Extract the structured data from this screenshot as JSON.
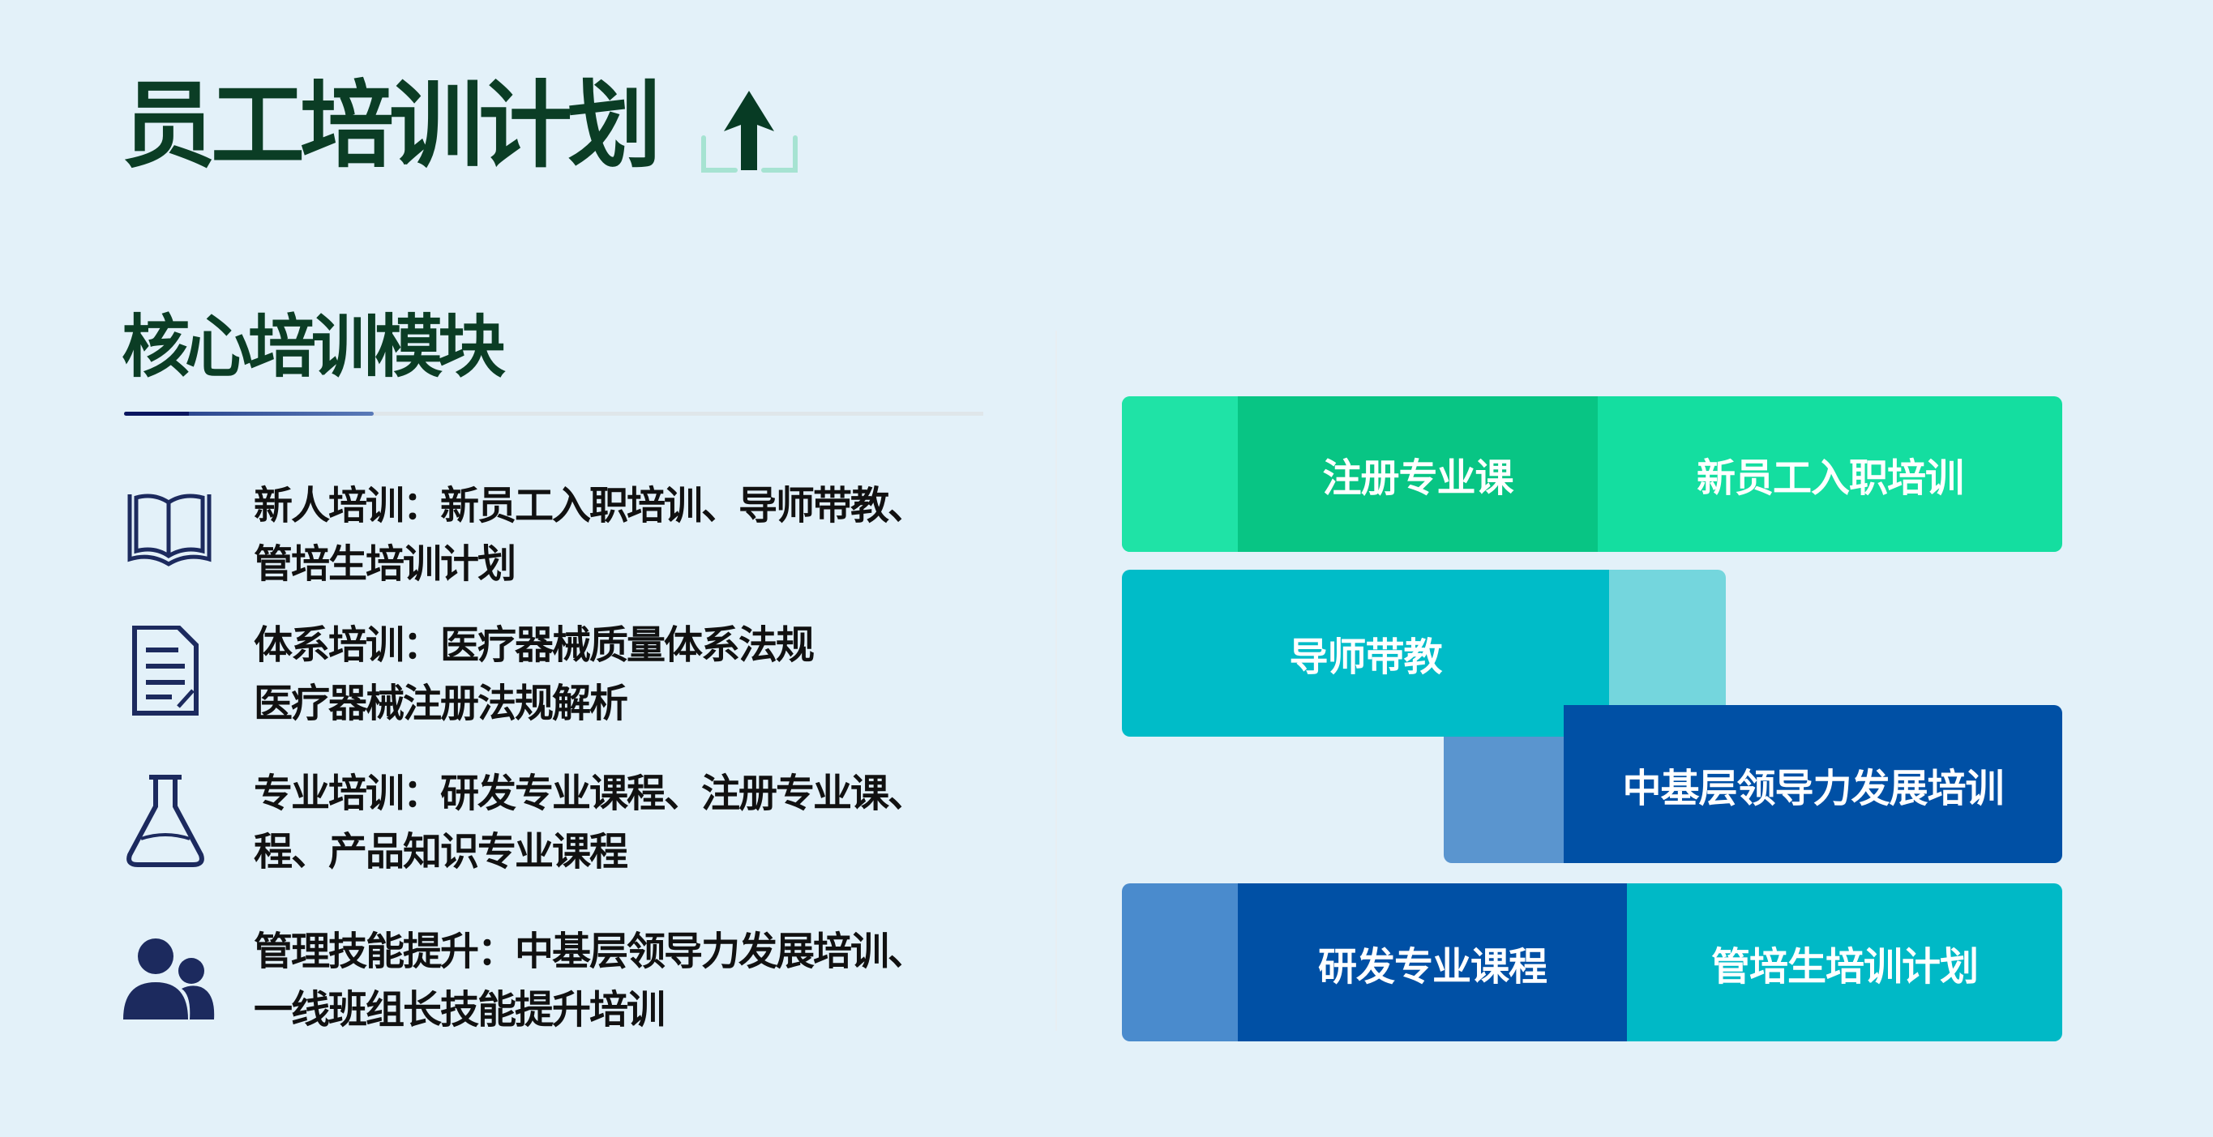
{
  "header": {
    "title": "员工培训计划",
    "icon": "upload-arrow-icon"
  },
  "section": {
    "title": "核心培训模块"
  },
  "modules": [
    {
      "icon": "open-book-icon",
      "line1": "新人培训：新员工入职培训、导师带教、",
      "line2": "管培生培训计划"
    },
    {
      "icon": "document-icon",
      "line1": "体系培训：医疗器械质量体系法规",
      "line2": "医疗器械注册法规解析"
    },
    {
      "icon": "flask-icon",
      "line1": "专业培训：研发专业课程、注册专业课、",
      "line2": "程、产品知识专业课程"
    },
    {
      "icon": "users-icon",
      "line1": "管理技能提升：中基层领导力发展培训、",
      "line2": "一线班组长技能提升培训"
    }
  ],
  "blocks": {
    "registration_course": "注册专业课",
    "new_employee_onboarding": "新员工入职培训",
    "mentorship": "导师带教",
    "leadership_development": "中基层领导力发展培训",
    "rd_course": "研发专业课程",
    "management_trainee": "管培生培训计划"
  },
  "colors": {
    "background": "#e3f1f9",
    "title": "#0b3d25",
    "green": "#14dea0",
    "dark_green": "#08c584",
    "teal": "#00bcc8",
    "dark_blue": "#0050a5",
    "light_blue": "#5a95cf",
    "icon_navy": "#1c2a5e"
  }
}
